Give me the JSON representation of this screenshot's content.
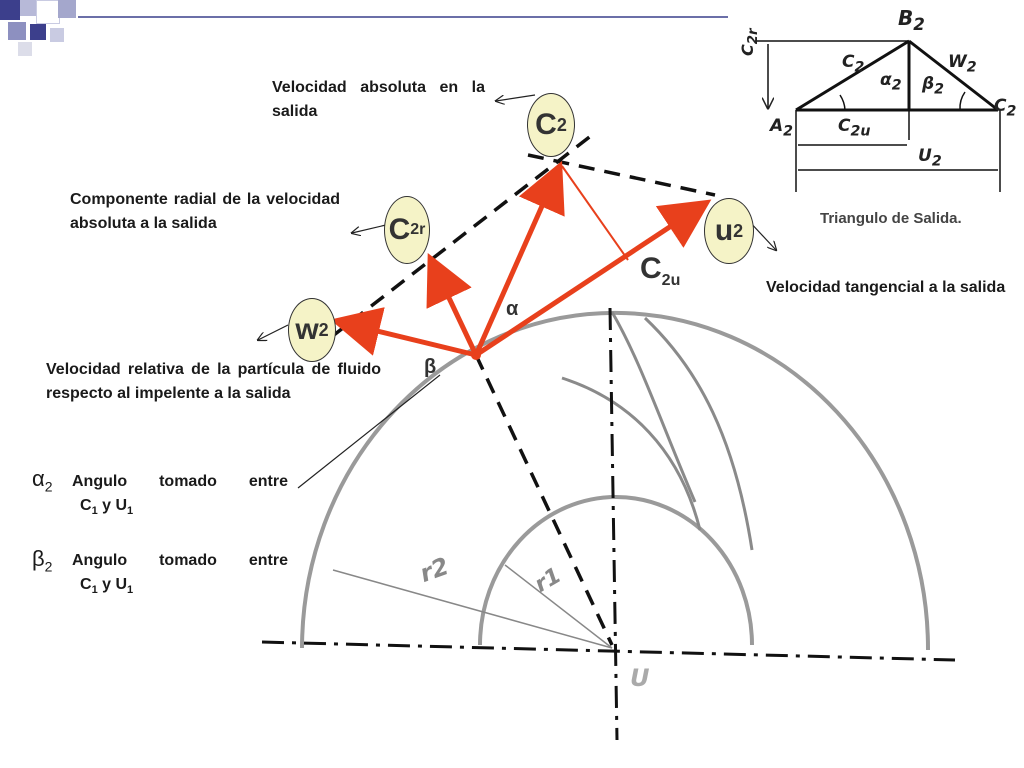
{
  "labels": {
    "c2": "Velocidad absoluta en la salida",
    "c2r": "Componente radial de la velocidad absoluta a la salida",
    "u2": "Velocidad tangencial a la salida",
    "w2": "Velocidad relativa de la partícula de fluido respecto al impelente a la salida"
  },
  "angles": {
    "alpha": {
      "symbol": "α",
      "sub": "2",
      "line1": "Angulo tomado entre",
      "line2a": "C",
      "sub1": "1",
      "line2b": " y U",
      "sub2": "1"
    },
    "beta": {
      "symbol": "β",
      "sub": "2",
      "line1": "Angulo tomado entre",
      "line2a": "C",
      "sub1": "1",
      "line2b": " y U",
      "sub2": "1"
    }
  },
  "vectors": {
    "c2": {
      "base": "C",
      "sub": "2"
    },
    "c2r": {
      "base": "C",
      "sub": "2r"
    },
    "u2": {
      "base": "u",
      "sub": "2"
    },
    "w2": {
      "base": "w",
      "sub": "2"
    },
    "c2u": {
      "base": "C",
      "sub": "2u"
    }
  },
  "diagram_angles": {
    "alpha": "α",
    "beta": "β"
  },
  "inset": {
    "caption": "Triangulo de Salida.",
    "b2": "B",
    "b2_sub": "2",
    "c2": "C",
    "c2_sub": "2",
    "w2": "W",
    "w2_sub": "2",
    "a2": "A",
    "a2_sub": "2",
    "c2_right": "C",
    "c2_right_sub": "2",
    "alpha2": "α",
    "alpha2_sub": "2",
    "beta2": "β",
    "beta2_sub": "2",
    "c2r": "C",
    "c2r_sub": "2r",
    "c2u": "C",
    "c2u_sub": "2u",
    "u2": "U",
    "u2_sub": "2"
  },
  "impeller": {
    "r2": "r2",
    "r1": "r1",
    "center": "U"
  },
  "colors": {
    "vector": "#e8401c",
    "bubble": "#f5f3c7",
    "deco": "#6b6fa8"
  }
}
